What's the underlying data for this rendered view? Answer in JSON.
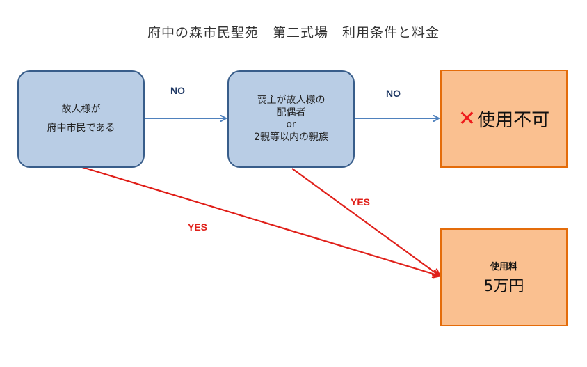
{
  "title": "府中の森市民聖苑　第二式場　利用条件と料金",
  "nodes": {
    "resident": {
      "lines": [
        "故人様が",
        "府中市民である"
      ]
    },
    "relative": {
      "lines": [
        "喪主が故人様の",
        "配偶者",
        "or",
        "2親等以内の親族"
      ]
    },
    "unavailable": {
      "mark": "✕",
      "text": "使用不可"
    },
    "fee": {
      "label": "使用料",
      "value": "5万円"
    }
  },
  "edges": {
    "no_1": "NO",
    "no_2": "NO",
    "yes_1": "YES",
    "yes_2": "YES"
  },
  "colors": {
    "decision_fill": "#b9cde5",
    "decision_border": "#385d8a",
    "result_fill": "#fac090",
    "result_border": "#e46c0a",
    "no_arrow": "#4f81bd",
    "yes_arrow": "#e0201a"
  }
}
